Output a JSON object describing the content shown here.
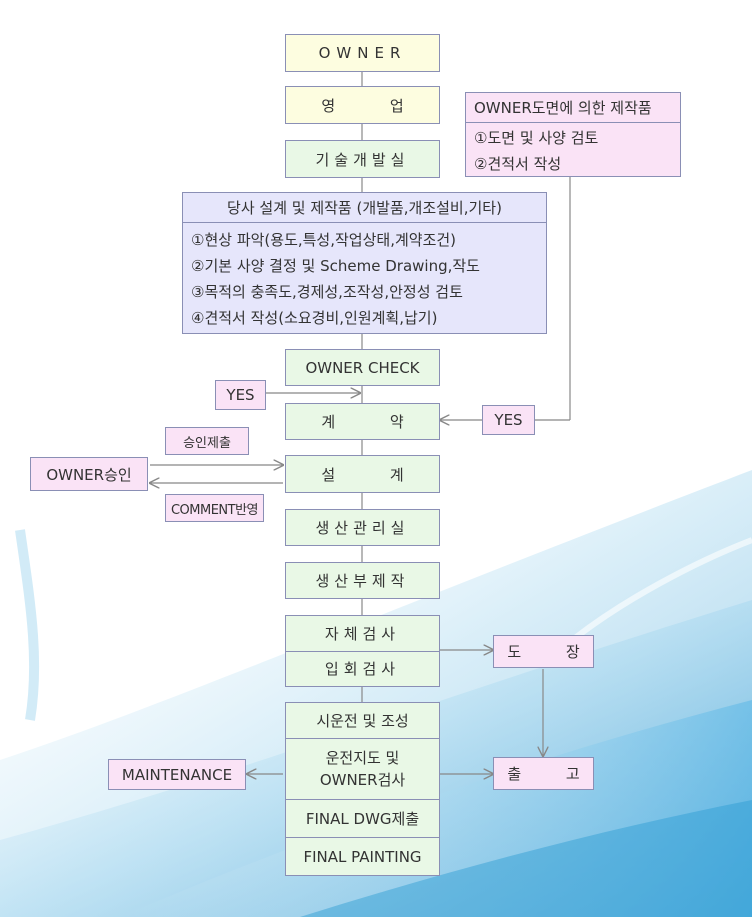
{
  "flow": {
    "owner": "OWNER",
    "sales": "영 업",
    "rnd": "기술개발실",
    "design_box": {
      "title": "당사 설계 및 제작품 (개발품,개조설비,기타)",
      "items": [
        "①현상 파악(용도,특성,작업상태,계약조건)",
        "②기본 사양 결정 및 Scheme Drawing,작도",
        "③목적의 충족도,경제성,조작성,안정성 검토",
        "④견적서 작성(소요경비,인원계획,납기)"
      ]
    },
    "owner_check": "OWNER CHECK",
    "contract": "계 약",
    "design": "설 계",
    "production_mgmt": "생산관리실",
    "parts": "생산부제작",
    "inspection": [
      "자체검사",
      "입회검사"
    ],
    "final_group": [
      "시운전 및 조성",
      "운전지도 및\nOWNER검사",
      "FINAL DWG제출",
      "FINAL PAINTING"
    ]
  },
  "side": {
    "owner_drawing": {
      "title": "OWNER도면에 의한 제작품",
      "items": [
        "①도면 및 사양 검토",
        "②견적서 작성"
      ]
    },
    "yes_left": "YES",
    "yes_right": "YES",
    "approval": "승인제출",
    "owner_approval": "OWNER승인",
    "comment": "COMMENT반영",
    "painting": "도 장",
    "shipping": "출 고",
    "maintenance": "MAINTENANCE"
  }
}
